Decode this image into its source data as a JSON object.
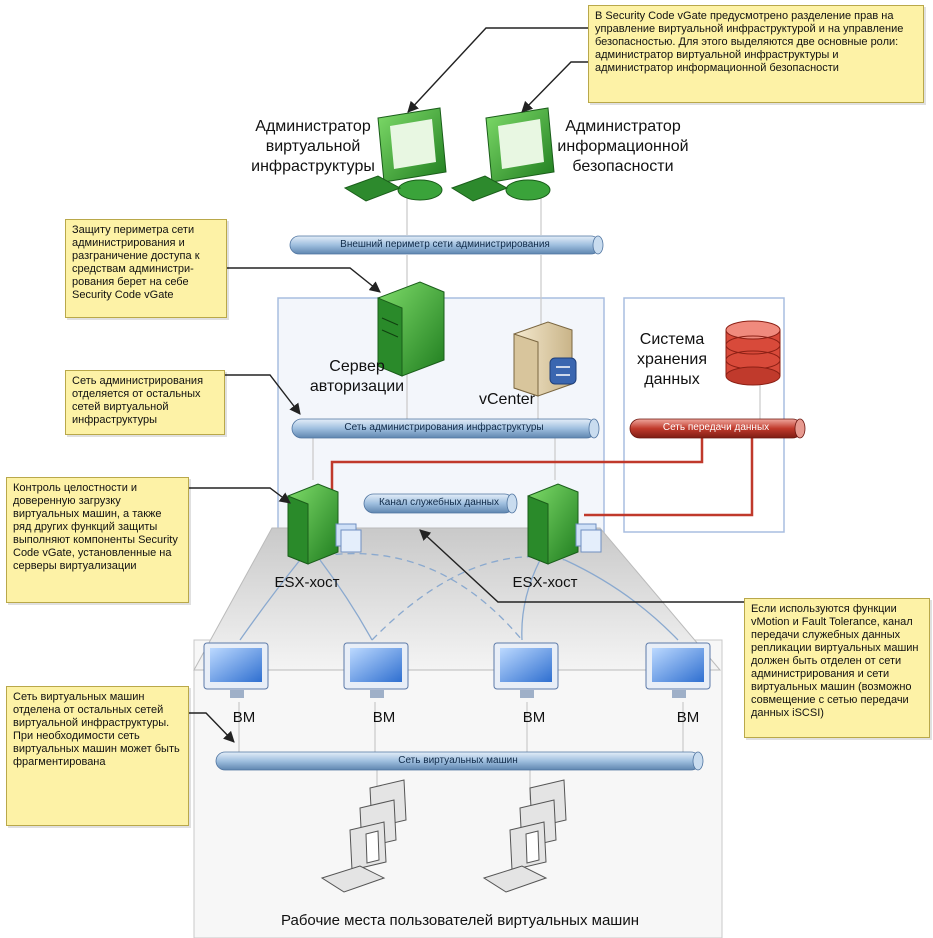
{
  "notes": {
    "roles": "В Security Code vGate  предусмотрено разделение прав на управление виртуальной инфраструктурой и на управление безопасностью. Для этого выделяются две основные роли: администратор виртуальной инфраструктуры и администратор информационной безопасности",
    "perimeter": "Защиту периметра сети администрирования и разграничение доступа к средствам администри-рования берет на себе Security Code vGate",
    "admin_net": "Сеть администрирования отделяется от остальных сетей виртуальной инфраструктуры",
    "integrity": "Контроль целостности и доверенную загрузку виртуальных машин, а также ряд других функций защиты выполняют компоненты Security Code vGate, установленные на серверы виртуализации",
    "vmotion": "Если используются функции vMotion и Fault Tolerance, канал передачи служебных данных репликации виртуальных машин должен быть отделен от сети администрирования и сети виртуальных машин (возможно совмещение с сетью передачи данных iSCSI)",
    "vm_net": "Сеть виртуальных машин отделена от остальных сетей виртуальной инфраструктуры. При необходимости сеть виртуальных машин может быть фрагментирована"
  },
  "labels": {
    "admin_virtual": "Администратор виртуальной инфраструктуры",
    "admin_security": "Администратор информационной безопасности",
    "auth_server": "Сервер авторизации",
    "vcenter": "vCenter",
    "storage": "Система хранения данных",
    "esx_left": "ESX-хост",
    "esx_right": "ESX-хост",
    "vm": "ВМ",
    "workplaces": "Рабочие места пользователей виртуальных машин"
  },
  "networks": {
    "external": "Внешний периметр сети администрирования",
    "admin_infra": "Сеть администрирования инфраструктуры",
    "data_transfer": "Сеть передачи данных",
    "service_channel": "Канал служебных данных",
    "vm_network": "Сеть виртуальных машин"
  },
  "colors": {
    "note_fill": "#fdf2a6",
    "pipe_blue": "#8fb3d6",
    "pipe_red": "#c0392b",
    "server_green": "#3aa33a",
    "zone_border": "#a8bde0"
  }
}
